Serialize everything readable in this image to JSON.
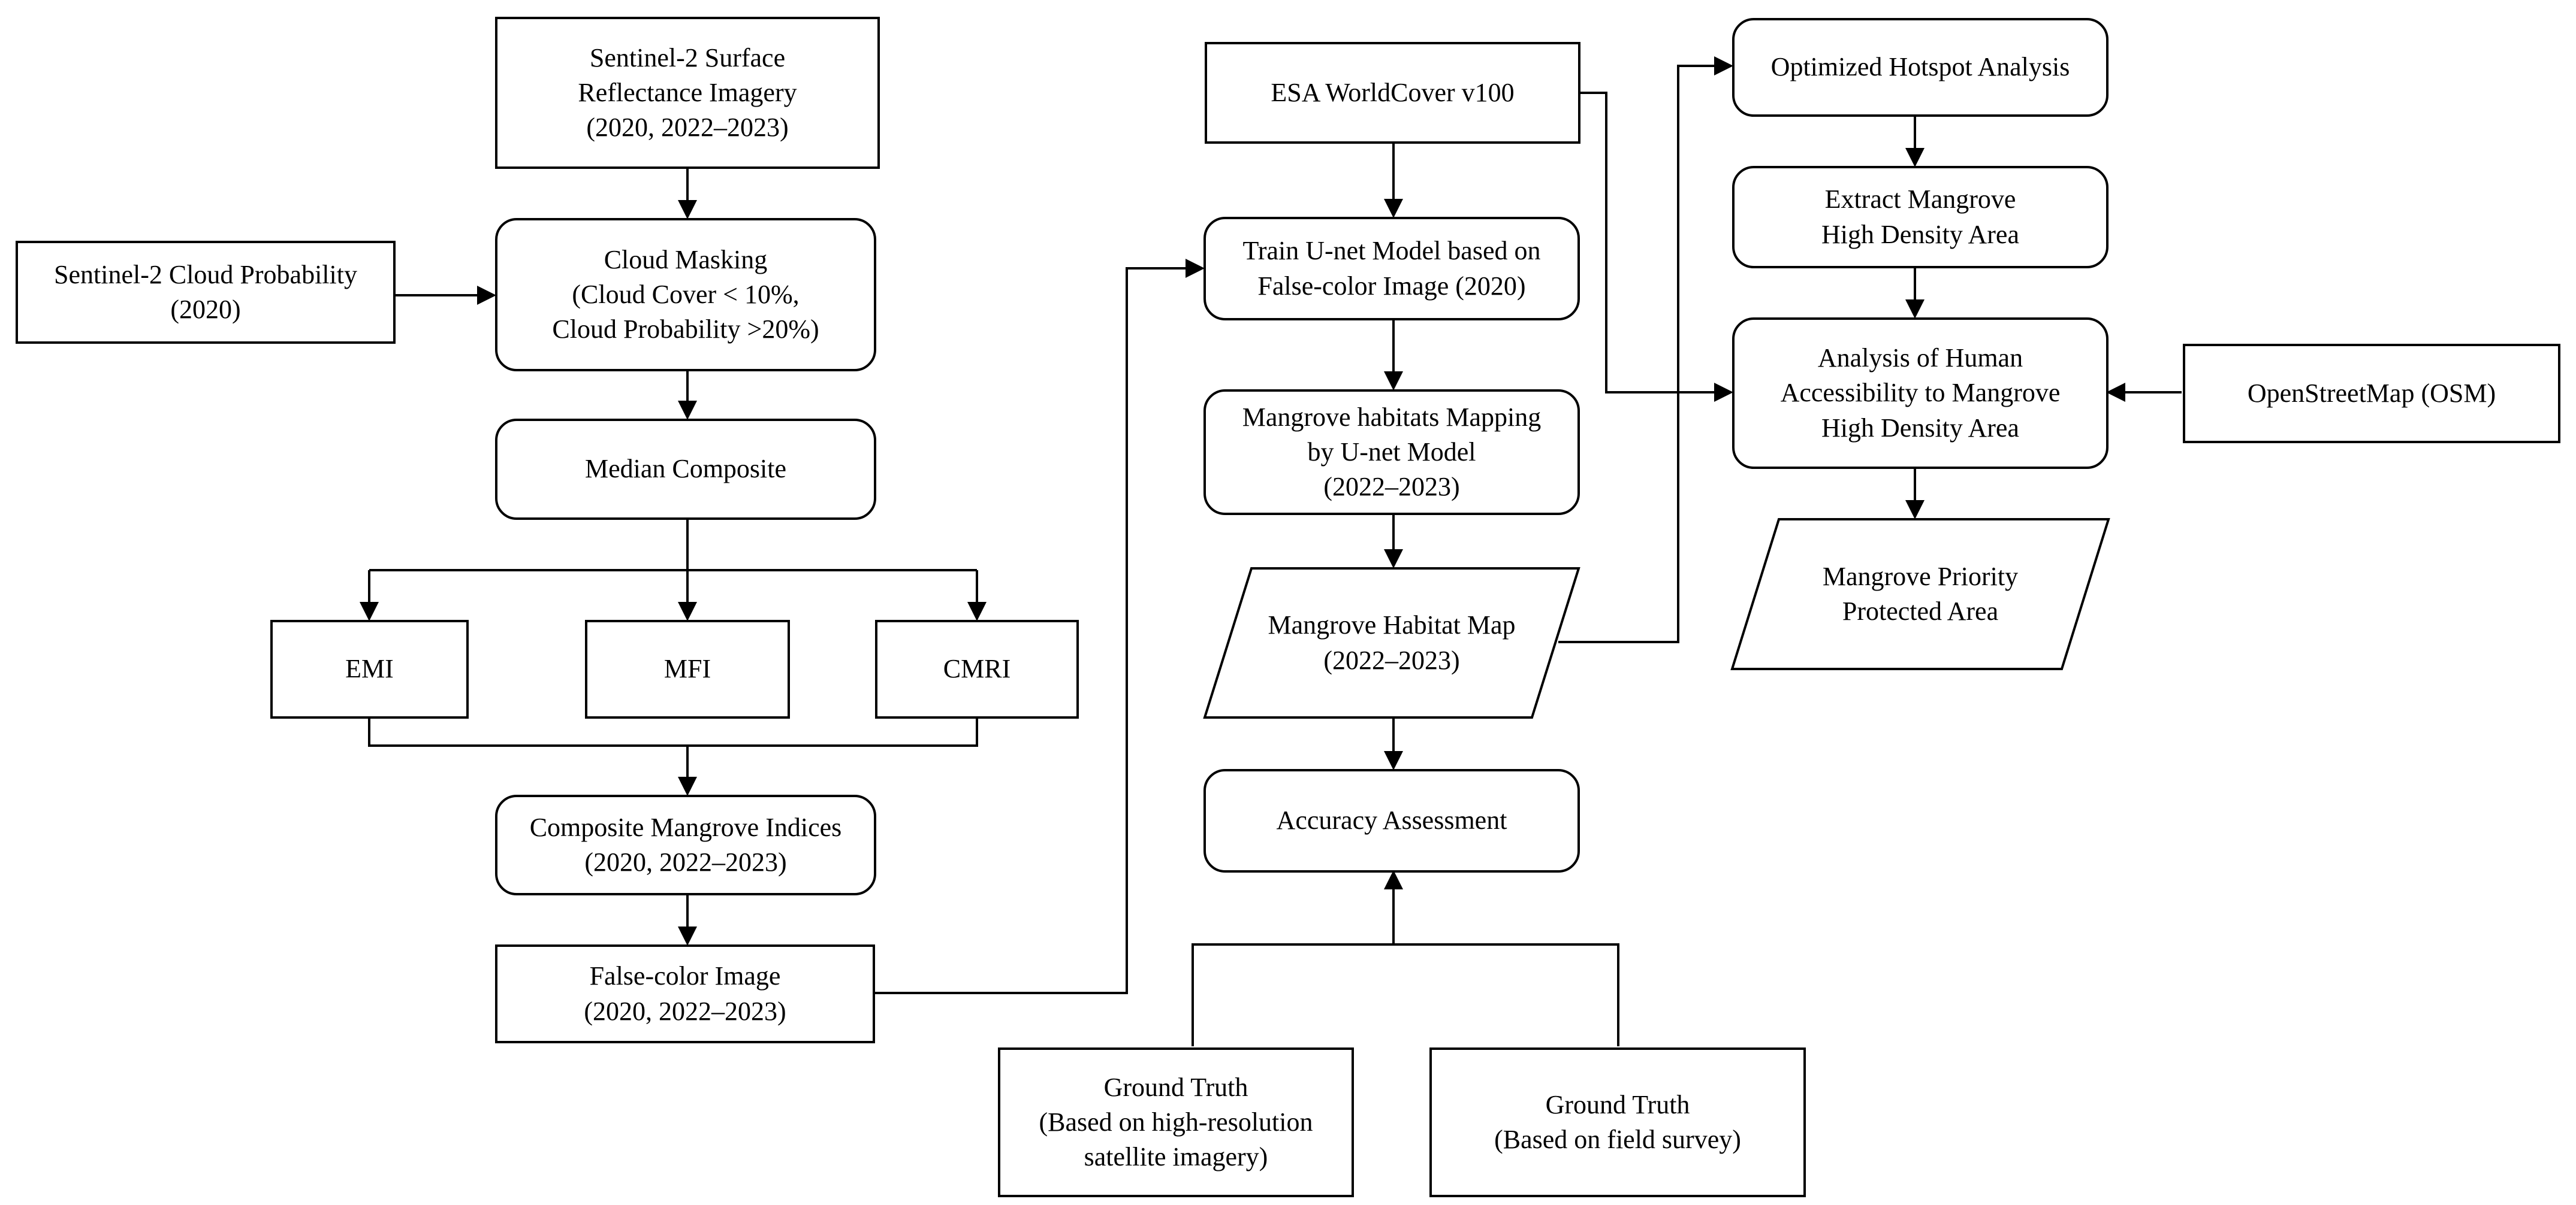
{
  "colors": {
    "stroke": "#000000",
    "fill": "#ffffff",
    "text": "#000000"
  },
  "nodes": {
    "s2_sr": "Sentinel-2 Surface\nReflectance Imagery\n(2020, 2022–2023)",
    "s2_cloud_prob": "Sentinel-2 Cloud Probability\n(2020)",
    "cloud_masking": "Cloud Masking\n(Cloud Cover < 10%,\nCloud Probability >20%)",
    "median_composite": "Median Composite",
    "emi": "EMI",
    "mfi": "MFI",
    "cmri": "CMRI",
    "composite_indices": "Composite Mangrove Indices\n(2020, 2022–2023)",
    "false_color": "False-color Image\n(2020, 2022–2023)",
    "esa_worldcover": "ESA WorldCover v100",
    "train_unet": "Train U-net Model based on\nFalse-color Image (2020)",
    "habitat_mapping": "Mangrove habitats Mapping\nby U-net Model\n(2022–2023)",
    "habitat_map": "Mangrove Habitat Map\n(2022–2023)",
    "accuracy": "Accuracy Assessment",
    "gt_satellite": "Ground Truth\n(Based on high-resolution\nsatellite imagery)",
    "gt_field": "Ground Truth\n(Based on field survey)",
    "hotspot": "Optimized Hotspot Analysis",
    "extract_hd": "Extract Mangrove\nHigh Density Area",
    "accessibility": "Analysis of Human\nAccessibility to Mangrove\nHigh Density Area",
    "osm": "OpenStreetMap (OSM)",
    "priority": "Mangrove Priority\nProtected Area"
  }
}
